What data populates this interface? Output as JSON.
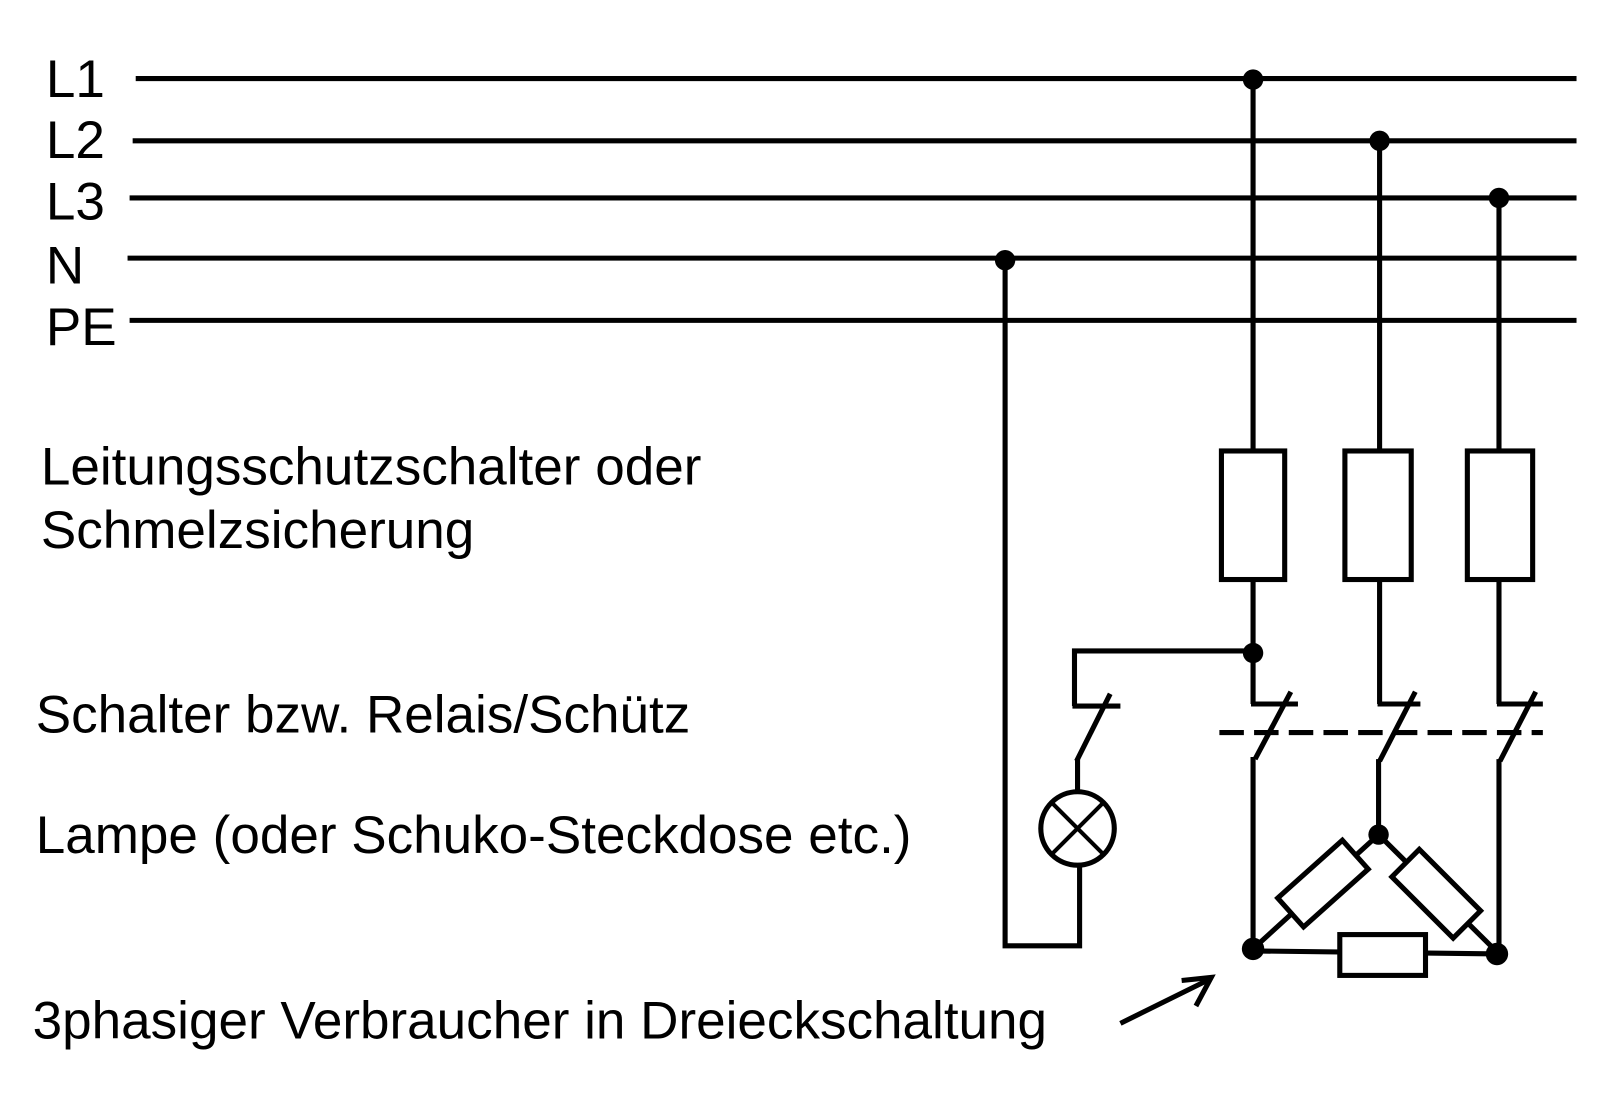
{
  "colors": {
    "ink": "#000000",
    "background": "#ffffff"
  },
  "buses": [
    {
      "label": "L1"
    },
    {
      "label": "L2"
    },
    {
      "label": "L3"
    },
    {
      "label": "N"
    },
    {
      "label": "PE"
    }
  ],
  "annotations": {
    "fuse_line1": "Leitungsschutzschalter oder",
    "fuse_line2": "Schmelzsicherung",
    "switch": "Schalter bzw. Relais/Schütz",
    "lamp": "Lampe (oder Schuko-Steckdose etc.)",
    "load": "3phasiger Verbraucher in Dreieckschaltung"
  }
}
